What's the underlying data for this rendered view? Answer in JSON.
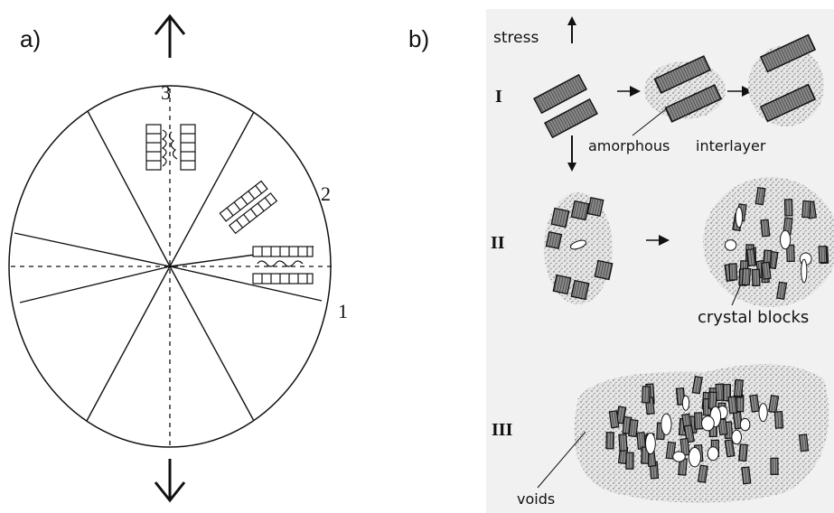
{
  "panel_a": {
    "label": "a)",
    "sector_labels": [
      "1",
      "2",
      "3"
    ]
  },
  "panel_b": {
    "label": "b)",
    "stress_label": "stress",
    "stages": [
      "I",
      "II",
      "III"
    ],
    "annotations": {
      "amorphous": "amorphous",
      "interlayer": "interlayer",
      "crystal_blocks": "crystal blocks",
      "voids": "voids"
    }
  }
}
